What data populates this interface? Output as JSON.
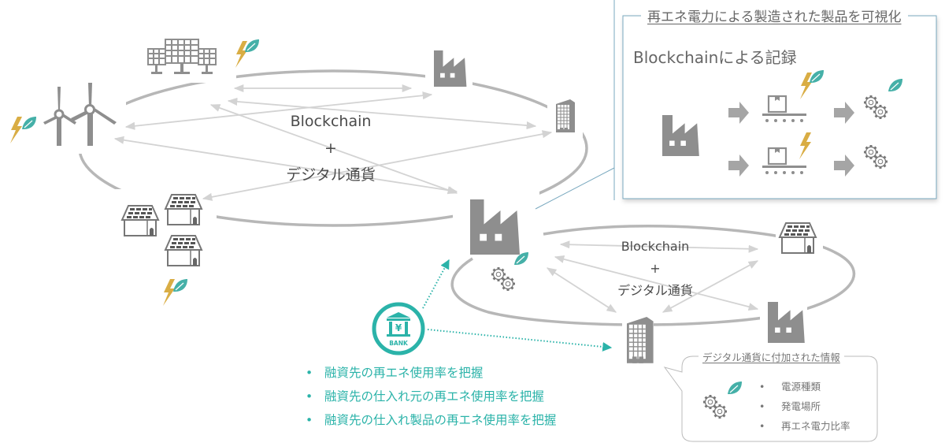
{
  "colors": {
    "icon_gray": "#8e8e8e",
    "ellipse": "#b7b7b7",
    "arrow": "#d3d3d3",
    "teal": "#2bb3a9",
    "leaf": "#45b0a8",
    "lightning": "#d9ad44",
    "panel_border": "#7aa9bf"
  },
  "network_main": {
    "label_line1": "Blockchain",
    "label_plus": "+",
    "label_line2": "デジタル通貨",
    "nodes": [
      "solar-farm",
      "wind-turbines",
      "factory",
      "office-building",
      "solar-houses",
      "hub-factory"
    ]
  },
  "network_sub": {
    "label_line1": "Blockchain",
    "label_plus": "+",
    "label_line2": "デジタル通貨",
    "nodes": [
      "hub-factory",
      "solar-house",
      "office-building",
      "factory"
    ]
  },
  "panel": {
    "title": "再エネ電力による製造された製品を可視化",
    "subtitle": "Blockchainによる記録"
  },
  "bank": {
    "icon_label": "BANK",
    "symbol": "¥",
    "points": [
      "融資先の再エネ使用率を把握",
      "融資先の仕入れ元の再エネ使用率を把握",
      "融資先の仕入れ製品の再エネ使用率を把握"
    ]
  },
  "info_bubble": {
    "title": "デジタル通貨に付加された情報",
    "items": [
      "電源種類",
      "発電場所",
      "再エネ電力比率"
    ]
  }
}
